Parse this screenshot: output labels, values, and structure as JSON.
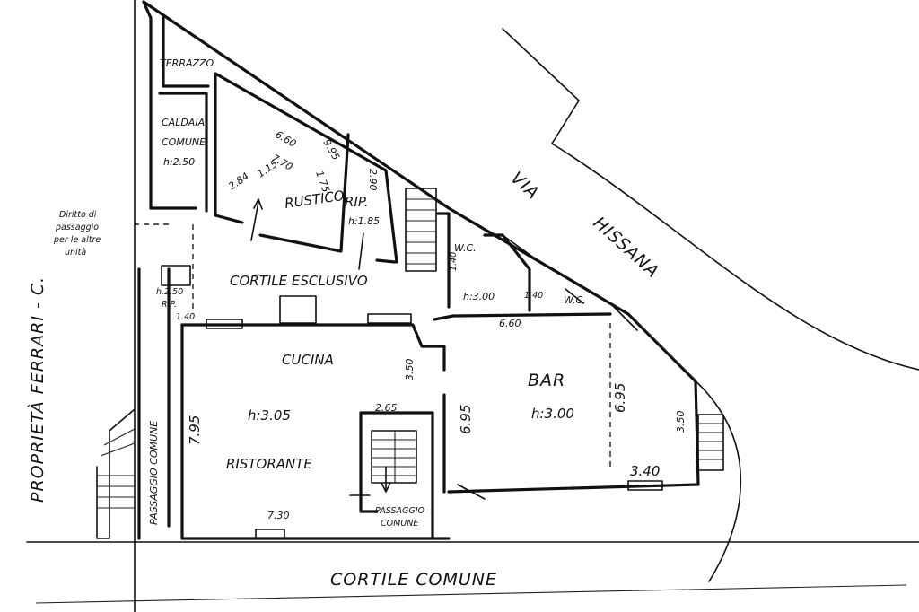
{
  "labels": {
    "terrazzo": "TERRAZZO",
    "caldaia": "CALDAIA",
    "comune": "COMUNE",
    "caldaia_h": "h:2.50",
    "rustico": "RUSTICO",
    "rip": "RIP.",
    "rip_h": "h:1.85",
    "cortile_esclusivo": "CORTILE ESCLUSIVO",
    "diritto_1": "Diritto di",
    "diritto_2": "passaggio",
    "diritto_3": "per le altre",
    "diritto_4": "unità",
    "small_rip_h": "h.2.50",
    "small_rip": "RIP.",
    "cucina": "CUCINA",
    "ristorante": "RISTORANTE",
    "rist_h": "h:3.05",
    "bar": "BAR",
    "bar_h": "h:3.00",
    "wc1": "W.C.",
    "wc2": "W.C.",
    "wc_h": "h:3.00",
    "passaggio_comune_v": "PASSAGGIO COMUNE",
    "passaggio_comune_1": "PASSAGGIO",
    "passaggio_comune_2": "COMUNE",
    "cortile_comune": "CORTILE COMUNE",
    "via_1": "VIA",
    "via_2": "HISSANA",
    "proprieta": "PROPRIETÀ FERRARI - C."
  },
  "dimensions": {
    "d_660_top": "6.60",
    "d_995": "9.95",
    "d_770": "7.70",
    "d_284": "2.84",
    "d_115": "1.15",
    "d_175": "1.75",
    "d_290": "2.90",
    "d_140a": "1.40",
    "d_350": "3.50",
    "d_795": "7.95",
    "d_265": "2.65",
    "d_730": "7.30",
    "d_660_bar": "6.60",
    "d_695a": "6.95",
    "d_695b": "6.95",
    "d_350b": "3.50",
    "d_340": "3.40",
    "d_140b": "1.40",
    "d_140c": "1.40"
  }
}
